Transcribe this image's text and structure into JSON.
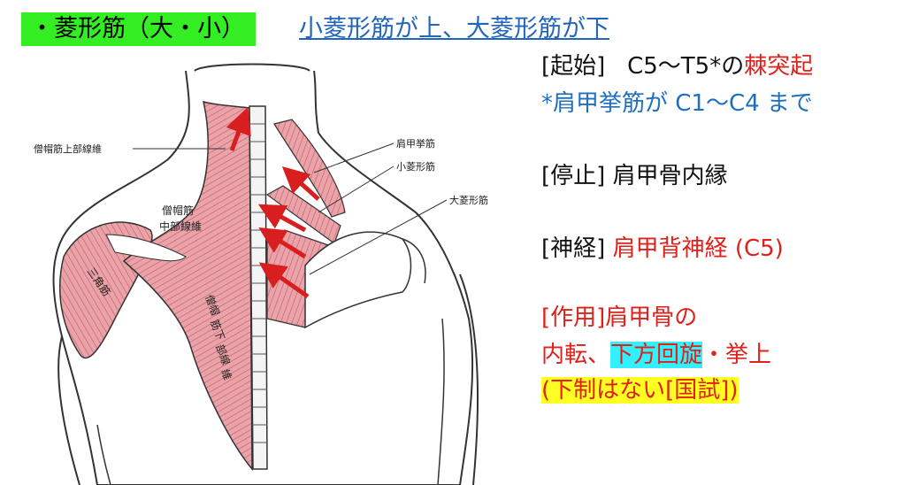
{
  "header": {
    "title": "・菱形筋（大・小）",
    "subtitle": "小菱形筋が上、大菱形筋が下"
  },
  "info": {
    "origin_label": "[起始]",
    "origin_value": "C5～T5*の",
    "origin_value_red": "棘突起",
    "origin_note": "*肩甲挙筋が C1～C4 まで",
    "insertion_label": "[停止]",
    "insertion_value": "肩甲骨内縁",
    "nerve_label": "[神経]",
    "nerve_value": "肩甲背神経 (C5)",
    "action_line1": "[作用]肩甲骨の",
    "action_line2_a": "内転、",
    "action_line2_hl": "下方回旋",
    "action_line2_b": "・挙上",
    "action_line3": "(下制はない[国試])"
  },
  "illustration": {
    "labels": {
      "trap_upper": "僧帽筋上部線維",
      "levator": "肩甲挙筋",
      "rhomboid_minor": "小菱形筋",
      "rhomboid_major": "大菱形筋",
      "trap_middle_1": "僧帽筋",
      "trap_middle_2": "中部線維",
      "deltoid": "三角筋",
      "trap_lower_1": "僧帽",
      "trap_lower_2": "筋下",
      "trap_lower_3": "部線",
      "trap_lower_4": "維"
    },
    "colors": {
      "muscle": "#e8a0a6",
      "muscle_dark": "#c0505a",
      "arrow": "#d81e1e",
      "outline": "#333333"
    }
  }
}
